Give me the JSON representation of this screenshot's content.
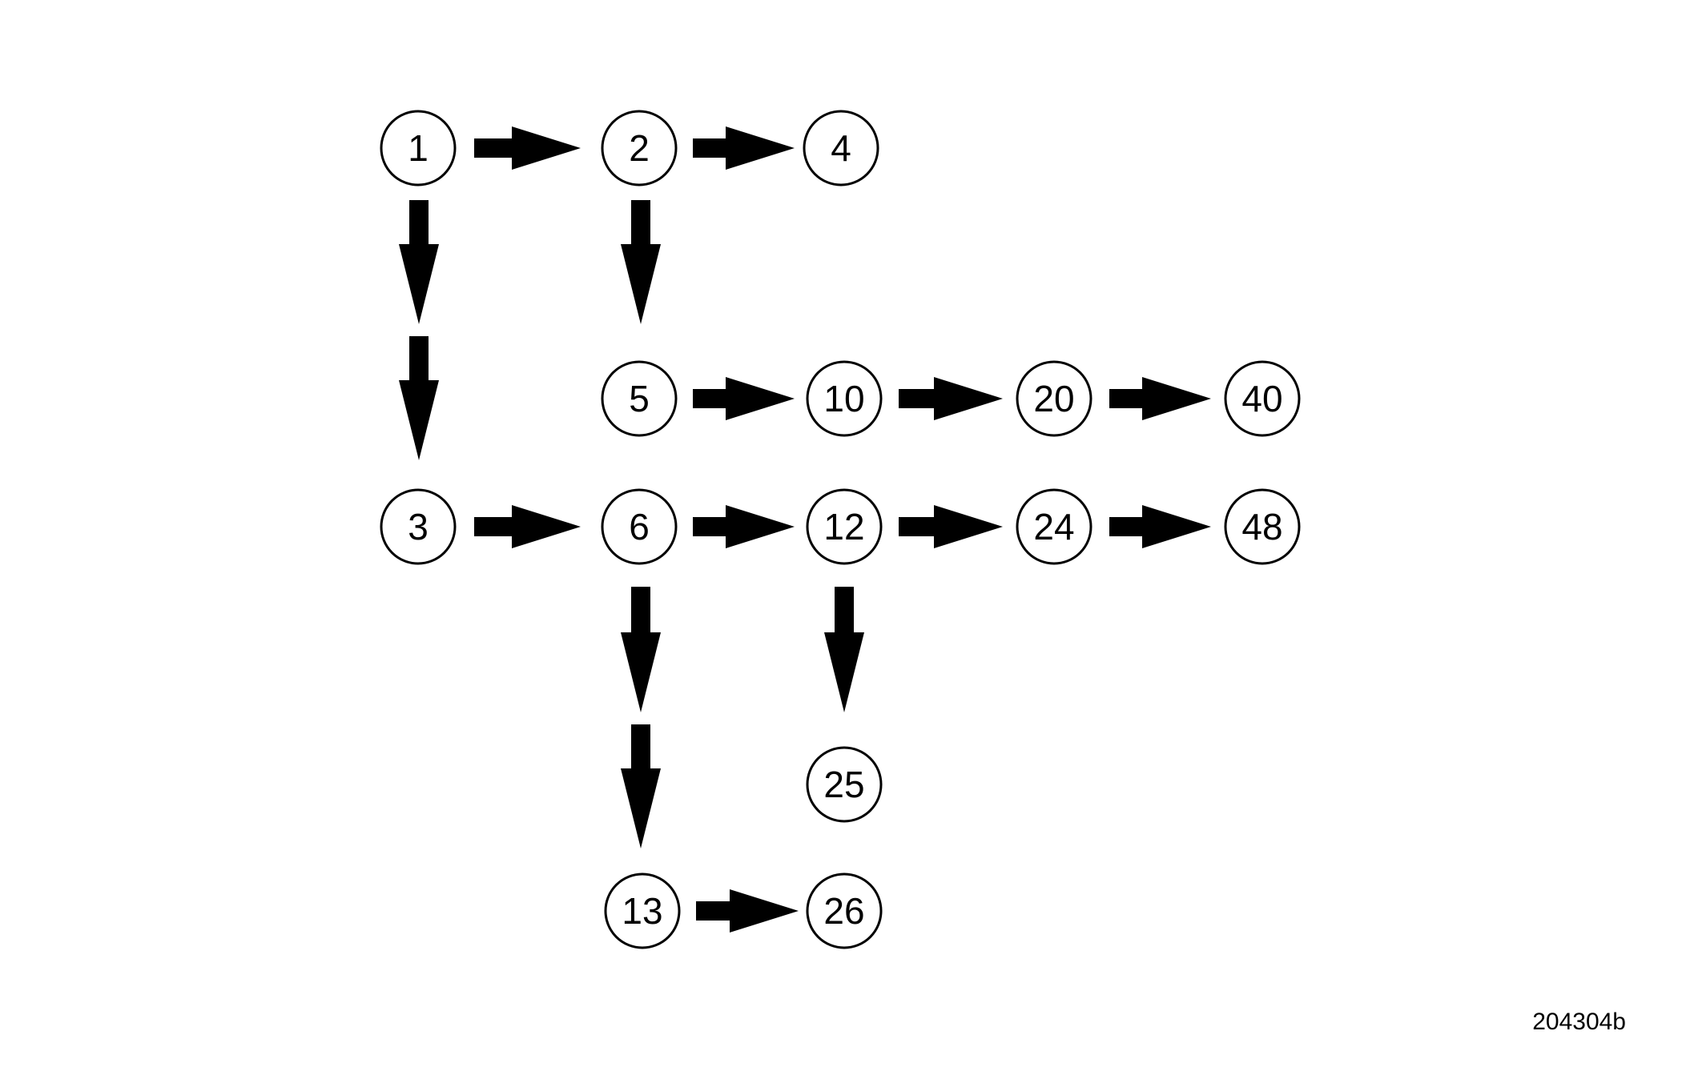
{
  "nodes": [
    {
      "id": "1",
      "label": "1"
    },
    {
      "id": "2",
      "label": "2"
    },
    {
      "id": "4",
      "label": "4"
    },
    {
      "id": "5",
      "label": "5"
    },
    {
      "id": "10",
      "label": "10"
    },
    {
      "id": "20",
      "label": "20"
    },
    {
      "id": "40",
      "label": "40"
    },
    {
      "id": "3",
      "label": "3"
    },
    {
      "id": "6",
      "label": "6"
    },
    {
      "id": "12",
      "label": "12"
    },
    {
      "id": "24",
      "label": "24"
    },
    {
      "id": "48",
      "label": "48"
    },
    {
      "id": "25",
      "label": "25"
    },
    {
      "id": "13",
      "label": "13"
    },
    {
      "id": "26",
      "label": "26"
    }
  ],
  "edges": [
    {
      "from": "1",
      "to": "2"
    },
    {
      "from": "2",
      "to": "4"
    },
    {
      "from": "1",
      "to": "3"
    },
    {
      "from": "2",
      "to": "5"
    },
    {
      "from": "5",
      "to": "10"
    },
    {
      "from": "10",
      "to": "20"
    },
    {
      "from": "20",
      "to": "40"
    },
    {
      "from": "3",
      "to": "6"
    },
    {
      "from": "6",
      "to": "12"
    },
    {
      "from": "12",
      "to": "24"
    },
    {
      "from": "24",
      "to": "48"
    },
    {
      "from": "6",
      "to": "13"
    },
    {
      "from": "12",
      "to": "25"
    },
    {
      "from": "13",
      "to": "26"
    }
  ],
  "figure_id": "204304b",
  "colors": {
    "stroke": "#000000",
    "background": "#ffffff"
  }
}
